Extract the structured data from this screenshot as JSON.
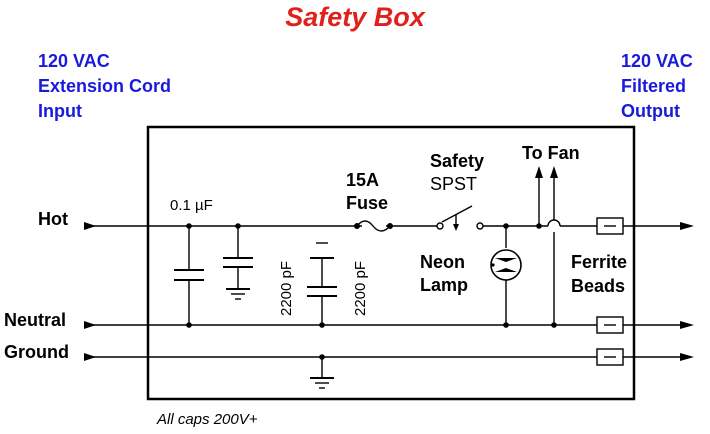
{
  "title": "Safety Box",
  "colors": {
    "title": "#e0201b",
    "blue_labels": "#1a1adb",
    "lines": "#000000"
  },
  "input_label": [
    "120 VAC",
    "Extension Cord",
    "Input"
  ],
  "output_label": [
    "120 VAC",
    "Filtered",
    "Output"
  ],
  "lines": {
    "hot": "Hot",
    "neutral": "Neutral",
    "ground": "Ground"
  },
  "components": {
    "cap1": "0.1 µF",
    "cap2": "2200 pF",
    "cap3": "2200 pF",
    "fuse": [
      "15A",
      "Fuse"
    ],
    "switch": [
      "Safety",
      "SPST"
    ],
    "fan": "To Fan",
    "lamp": [
      "Neon",
      "Lamp"
    ],
    "beads": [
      "Ferrite",
      "Beads"
    ]
  },
  "note": "All caps 200V+"
}
